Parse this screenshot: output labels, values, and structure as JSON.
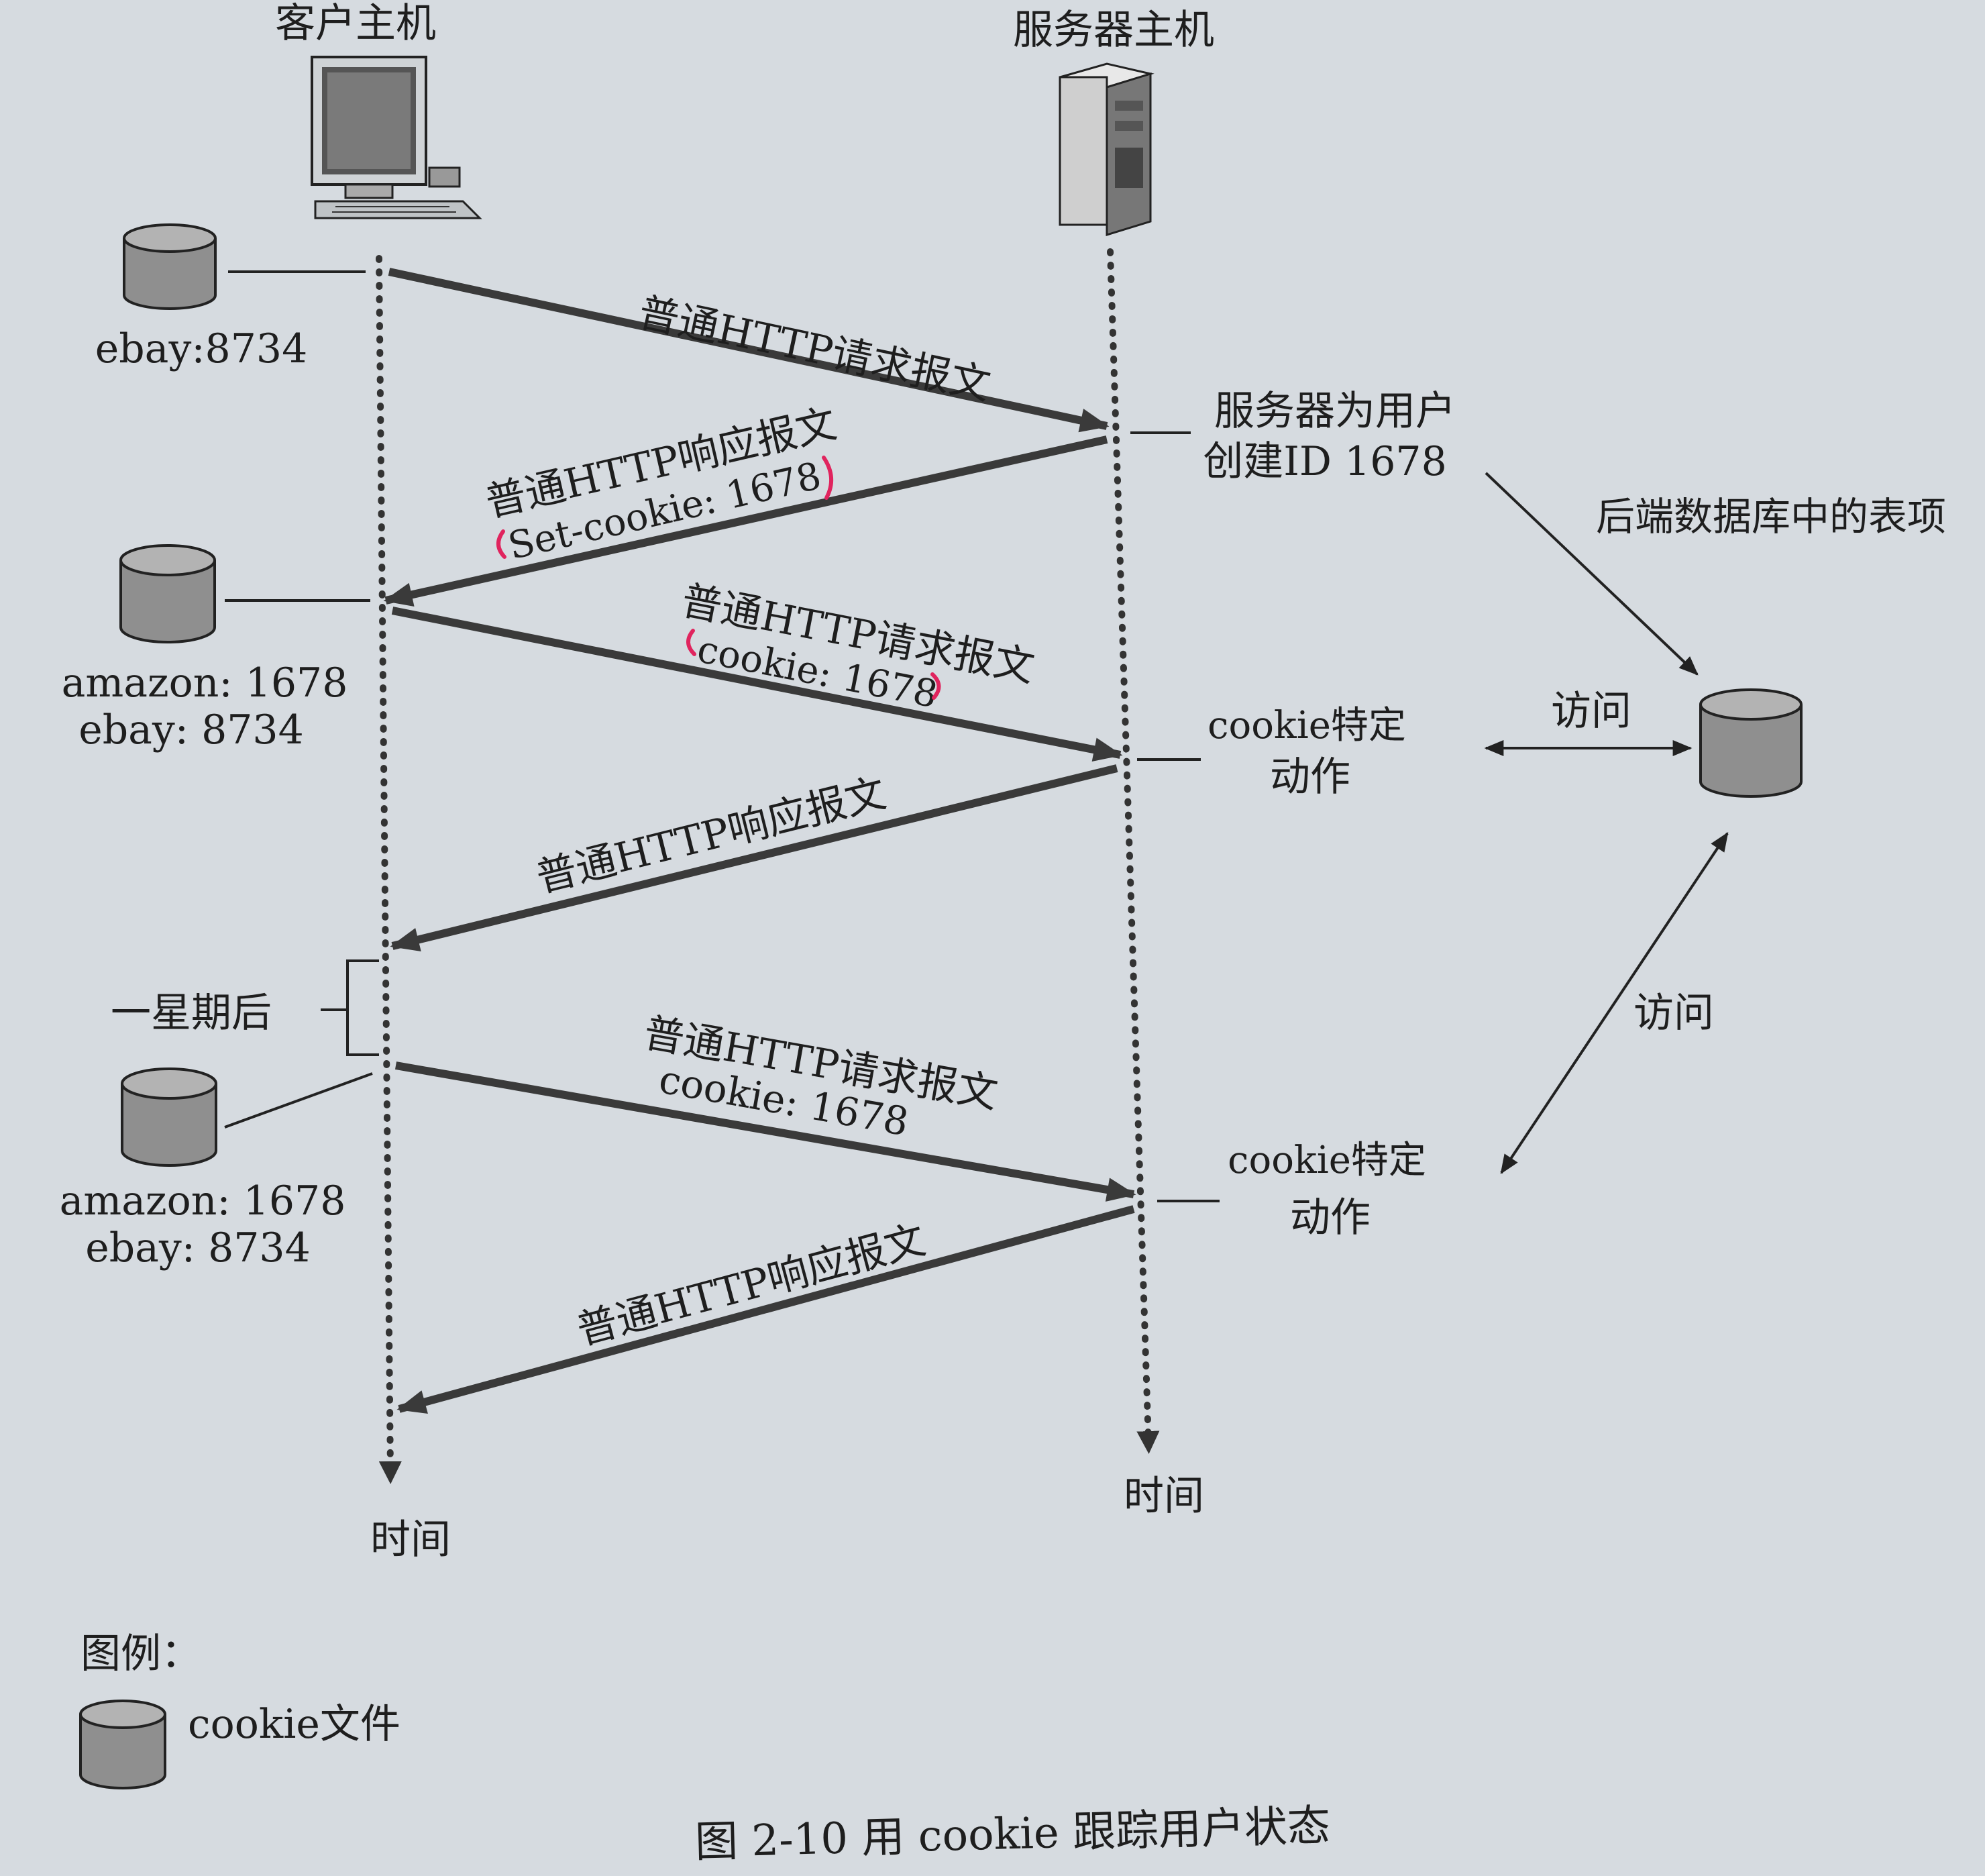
{
  "hosts": {
    "client_title": "客户主机",
    "server_title": "服务器主机"
  },
  "timeline": {
    "client_time_label": "时间",
    "server_time_label": "时间"
  },
  "client_cookie_files": {
    "initial": [
      "ebay:8734"
    ],
    "after_set": [
      "amazon: 1678",
      "ebay: 8734"
    ],
    "after_week": [
      "amazon: 1678",
      "ebay: 8734"
    ]
  },
  "messages": [
    {
      "direction": "client-to-server",
      "lines": [
        "普通HTTP请求报文"
      ]
    },
    {
      "direction": "server-to-client",
      "lines": [
        "普通HTTP响应报文",
        "Set-cookie: 1678"
      ]
    },
    {
      "direction": "client-to-server",
      "lines": [
        "普通HTTP请求报文",
        "cookie: 1678"
      ]
    },
    {
      "direction": "server-to-client",
      "lines": [
        "普通HTTP响应报文"
      ]
    },
    {
      "direction": "client-to-server",
      "lines": [
        "普通HTTP请求报文",
        "cookie: 1678"
      ]
    },
    {
      "direction": "server-to-client",
      "lines": [
        "普通HTTP响应报文"
      ]
    }
  ],
  "server_notes": {
    "create_id": [
      "服务器为用户",
      "创建ID 1678"
    ],
    "action_1": [
      "cookie特定",
      "动作"
    ],
    "action_2": [
      "cookie特定",
      "动作"
    ]
  },
  "backend": {
    "label": "后端数据库中的表项",
    "access_1": "访问",
    "access_2": "访问"
  },
  "one_week_later": "一星期后",
  "legend": {
    "title": "图例：",
    "item": "cookie文件",
    "item_icon": "cylinder-icon"
  },
  "caption": "图 2-10    用 cookie 跟踪用户状态"
}
